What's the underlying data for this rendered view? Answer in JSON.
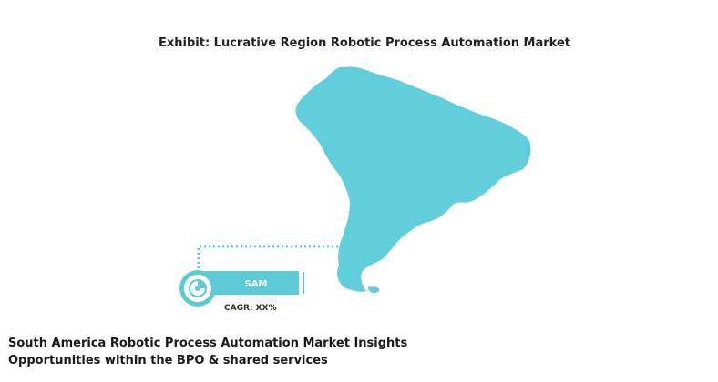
{
  "title": "Exhibit: Lucrative Region Robotic Process Automation Market",
  "region": {
    "name": "South America",
    "badge_label": "SAM",
    "cagr": "CAGR: XX%",
    "map_color": "#62cedb",
    "accent_color": "#5ccbd7"
  },
  "insights": {
    "heading": "South America Robotic Process Automation Market Insights",
    "subheading": "Opportunities within the BPO & shared services"
  },
  "icons": {
    "badge_icon": "pie-chart-icon"
  }
}
